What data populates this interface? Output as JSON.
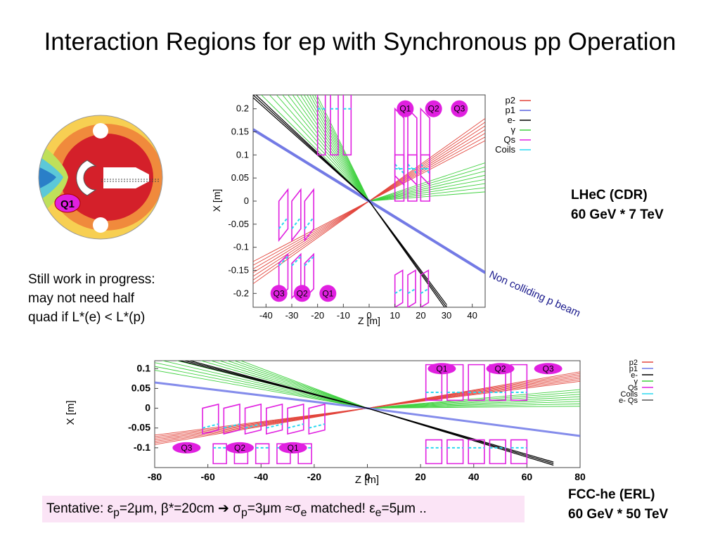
{
  "slide": {
    "title": "Interaction Regions for ep with Synchronous pp Operation",
    "lhec_label": [
      "LHeC (CDR)",
      "60 GeV * 7 TeV"
    ],
    "fcc_label": [
      "FCC-he (ERL)",
      "60 GeV * 50 TeV"
    ],
    "wip_note": [
      "Still work in progress:",
      "may not need half",
      "quad if L*(e) < L*(p)"
    ],
    "non_colliding": "Non colliding p beam",
    "tentative_note": {
      "p1": "Tentative: ε",
      "s1": "p",
      "p2": "=2μm, β*=20cm ",
      "arrow": "➔",
      "p3": " σ",
      "s2": "p",
      "p4": "=3μm ≈σ",
      "s3": "e",
      "p5": " matched! ε",
      "s4": "e",
      "p6": "=5μm .."
    }
  },
  "magnet": {
    "label": "Q1",
    "colors": [
      "#d4202a",
      "#f08a3c",
      "#f7cf52",
      "#bfe05a",
      "#5cc8d8",
      "#2a7fc8"
    ]
  },
  "chart_data": [
    {
      "type": "line",
      "xlabel": "Z [m]",
      "ylabel": "X [m]",
      "xlim": [
        -45,
        45
      ],
      "ylim": [
        -0.23,
        0.23
      ],
      "xticks": [
        -40,
        -30,
        -20,
        -10,
        0,
        10,
        20,
        30,
        40
      ],
      "yticks": [
        0.2,
        0.15,
        0.1,
        0.05,
        0,
        -0.05,
        -0.1,
        -0.15,
        -0.2
      ],
      "legend": [
        "p2",
        "p1",
        "e-",
        "γ",
        "Qs",
        "Coils"
      ],
      "legend_colors": [
        "#e2453c",
        "#5b63e0",
        "#000000",
        "#3fd13f",
        "#e020e0",
        "#2ad8f0"
      ],
      "legend_position": "top-right",
      "quad_labels": [
        "Q1",
        "Q2",
        "Q3",
        "Q3",
        "Q2",
        "Q1"
      ],
      "series": [
        {
          "name": "p1",
          "x": [
            -45,
            45
          ],
          "y": [
            0.155,
            -0.155
          ]
        },
        {
          "name": "p2",
          "x": [
            -45,
            45
          ],
          "y": [
            -0.155,
            0.155
          ]
        },
        {
          "name": "e-",
          "x": [
            -45,
            0,
            30
          ],
          "y": [
            0.23,
            0,
            -0.23
          ]
        }
      ]
    },
    {
      "type": "line",
      "xlabel": "Z [m]",
      "ylabel": "X [m]",
      "xlim": [
        -80,
        80
      ],
      "ylim": [
        -0.15,
        0.12
      ],
      "xticks": [
        -80,
        -60,
        -40,
        -20,
        0,
        20,
        40,
        60,
        80
      ],
      "yticks": [
        0.1,
        0.05,
        0,
        -0.05,
        -0.1
      ],
      "legend": [
        "p2",
        "p1",
        "e-",
        "γ",
        "Qs",
        "Coils",
        "e- Qs"
      ],
      "legend_colors": [
        "#e2453c",
        "#6f78e8",
        "#000000",
        "#3fd13f",
        "#e020e0",
        "#2ad8f0",
        "#555555"
      ],
      "legend_position": "right",
      "quad_labels": [
        "Q1",
        "Q2",
        "Q3",
        "Q3",
        "Q2",
        "Q1"
      ],
      "series": [
        {
          "name": "p1",
          "x": [
            -80,
            0,
            80
          ],
          "y": [
            0.065,
            0,
            -0.07
          ]
        },
        {
          "name": "p2",
          "x": [
            -80,
            80
          ],
          "y": [
            -0.08,
            0.08
          ]
        },
        {
          "name": "e-",
          "x": [
            -80,
            0,
            70
          ],
          "y": [
            0.14,
            0,
            -0.14
          ]
        }
      ]
    }
  ]
}
